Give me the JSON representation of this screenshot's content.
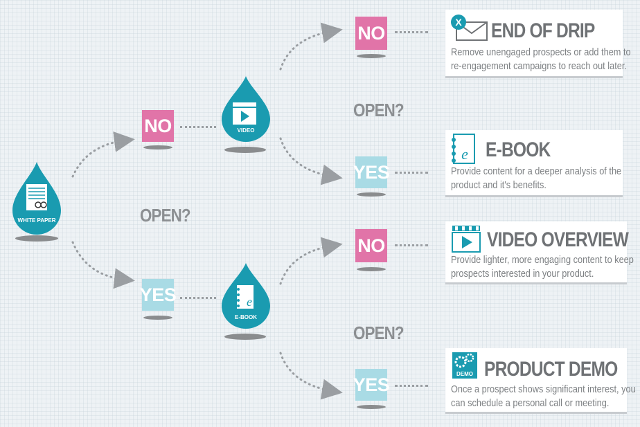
{
  "start": {
    "label": "WHITE PAPER"
  },
  "level1": {
    "question": "OPEN?",
    "no_label": "NO",
    "yes_label": "YES",
    "video_label": "VIDEO",
    "ebook_label": "E-BOOK"
  },
  "level2_top": {
    "question": "OPEN?",
    "no_label": "NO",
    "yes_label": "YES"
  },
  "level2_bottom": {
    "question": "OPEN?",
    "no_label": "NO",
    "yes_label": "YES"
  },
  "cards": [
    {
      "title": "END OF DRIP",
      "line1": "Remove unengaged prospects or add them to",
      "line2": "re-engagement campaigns to reach out later.",
      "icon": "envelope-x-icon",
      "icon_text": "X"
    },
    {
      "title": "E-BOOK",
      "line1": "Provide content for a deeper analysis of the",
      "line2": "product and it's benefits.",
      "icon": "ebook-icon",
      "icon_text": "e"
    },
    {
      "title": "VIDEO OVERVIEW",
      "line1": "Provide lighter, more engaging content to keep",
      "line2": "prospects interested in your product.",
      "icon": "video-clapper-icon"
    },
    {
      "title": "PRODUCT DEMO",
      "line1": "Once a prospect shows significant interest, you",
      "line2": "can schedule a personal call or meeting.",
      "icon": "demo-gears-icon",
      "icon_text": "DEMO"
    }
  ],
  "colors": {
    "teal": "#1a9bb0",
    "pink": "#e174a8",
    "light_blue": "#a9dbe5",
    "gray_text": "#6f7275"
  }
}
